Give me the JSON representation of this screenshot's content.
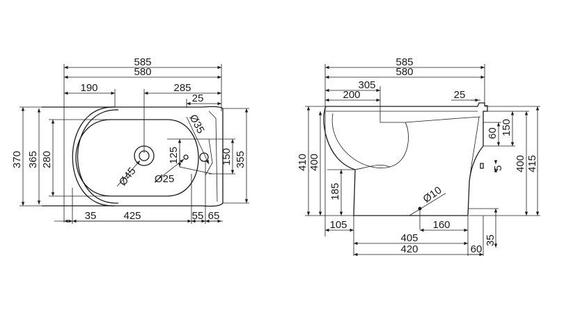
{
  "top_view": {
    "overall_length": "585",
    "body_length": "580",
    "front_offset": "190",
    "tap_to_rim": "285",
    "rim_edge": "25",
    "hole_diameter": "Ø35",
    "bowl_drain": "Ø45",
    "overflow": "Ø25",
    "overflow_height": "125",
    "width_outer": "370",
    "width_body": "365",
    "bowl_width": "280",
    "wall_width": "355",
    "hole_spacing": "150",
    "bottom_front": "35",
    "bottom_bowl": "425",
    "bottom_mid": "55",
    "bottom_rear": "65"
  },
  "side_view": {
    "overall_length": "585",
    "body_length": "580",
    "top_offset": "305",
    "inner_offset": "200",
    "rear_step": "25",
    "total_height": "410",
    "body_height": "400",
    "base_height": "185",
    "fix_diameter": "Ø10",
    "base_front": "105",
    "fix_distance": "160",
    "foot_length": "405",
    "floor_length": "420",
    "floor_rear": "60",
    "floor_gap": "35",
    "rear_height_1": "60",
    "rear_height_2": "150",
    "rear_step_small": "5",
    "rear_body_height": "400",
    "rear_total_height": "415"
  }
}
